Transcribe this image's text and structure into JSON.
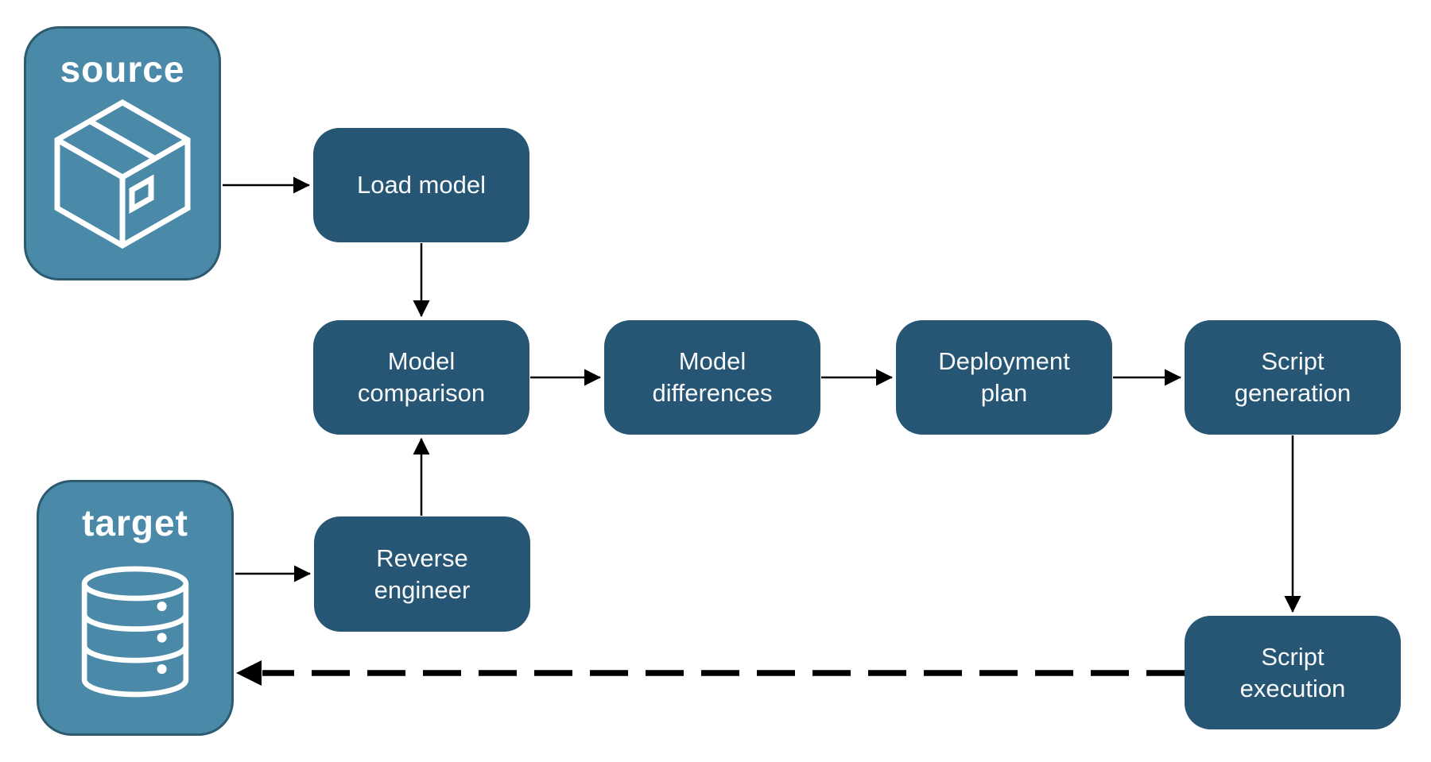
{
  "endpoints": {
    "source": {
      "label": "source",
      "icon": "package-icon"
    },
    "target": {
      "label": "target",
      "icon": "database-icon"
    }
  },
  "nodes": {
    "load_model": {
      "label": "Load model"
    },
    "model_comparison": {
      "label": "Model comparison"
    },
    "model_differences": {
      "label": "Model differences"
    },
    "deployment_plan": {
      "label": "Deployment plan"
    },
    "script_generation": {
      "label": "Script generation"
    },
    "reverse_engineer": {
      "label": "Reverse engineer"
    },
    "script_execution": {
      "label": "Script execution"
    }
  },
  "edges": [
    {
      "from": "source",
      "to": "load_model",
      "style": "solid"
    },
    {
      "from": "load_model",
      "to": "model_comparison",
      "style": "solid"
    },
    {
      "from": "target",
      "to": "reverse_engineer",
      "style": "solid"
    },
    {
      "from": "reverse_engineer",
      "to": "model_comparison",
      "style": "solid"
    },
    {
      "from": "model_comparison",
      "to": "model_differences",
      "style": "solid"
    },
    {
      "from": "model_differences",
      "to": "deployment_plan",
      "style": "solid"
    },
    {
      "from": "deployment_plan",
      "to": "script_generation",
      "style": "solid"
    },
    {
      "from": "script_generation",
      "to": "script_execution",
      "style": "solid"
    },
    {
      "from": "script_execution",
      "to": "target",
      "style": "dashed"
    }
  ],
  "colors": {
    "node_fill": "#275674",
    "endpoint_fill": "#4a8aa8",
    "endpoint_border": "#2c5a6e",
    "arrow": "#000000",
    "label_text": "#ffffff"
  }
}
